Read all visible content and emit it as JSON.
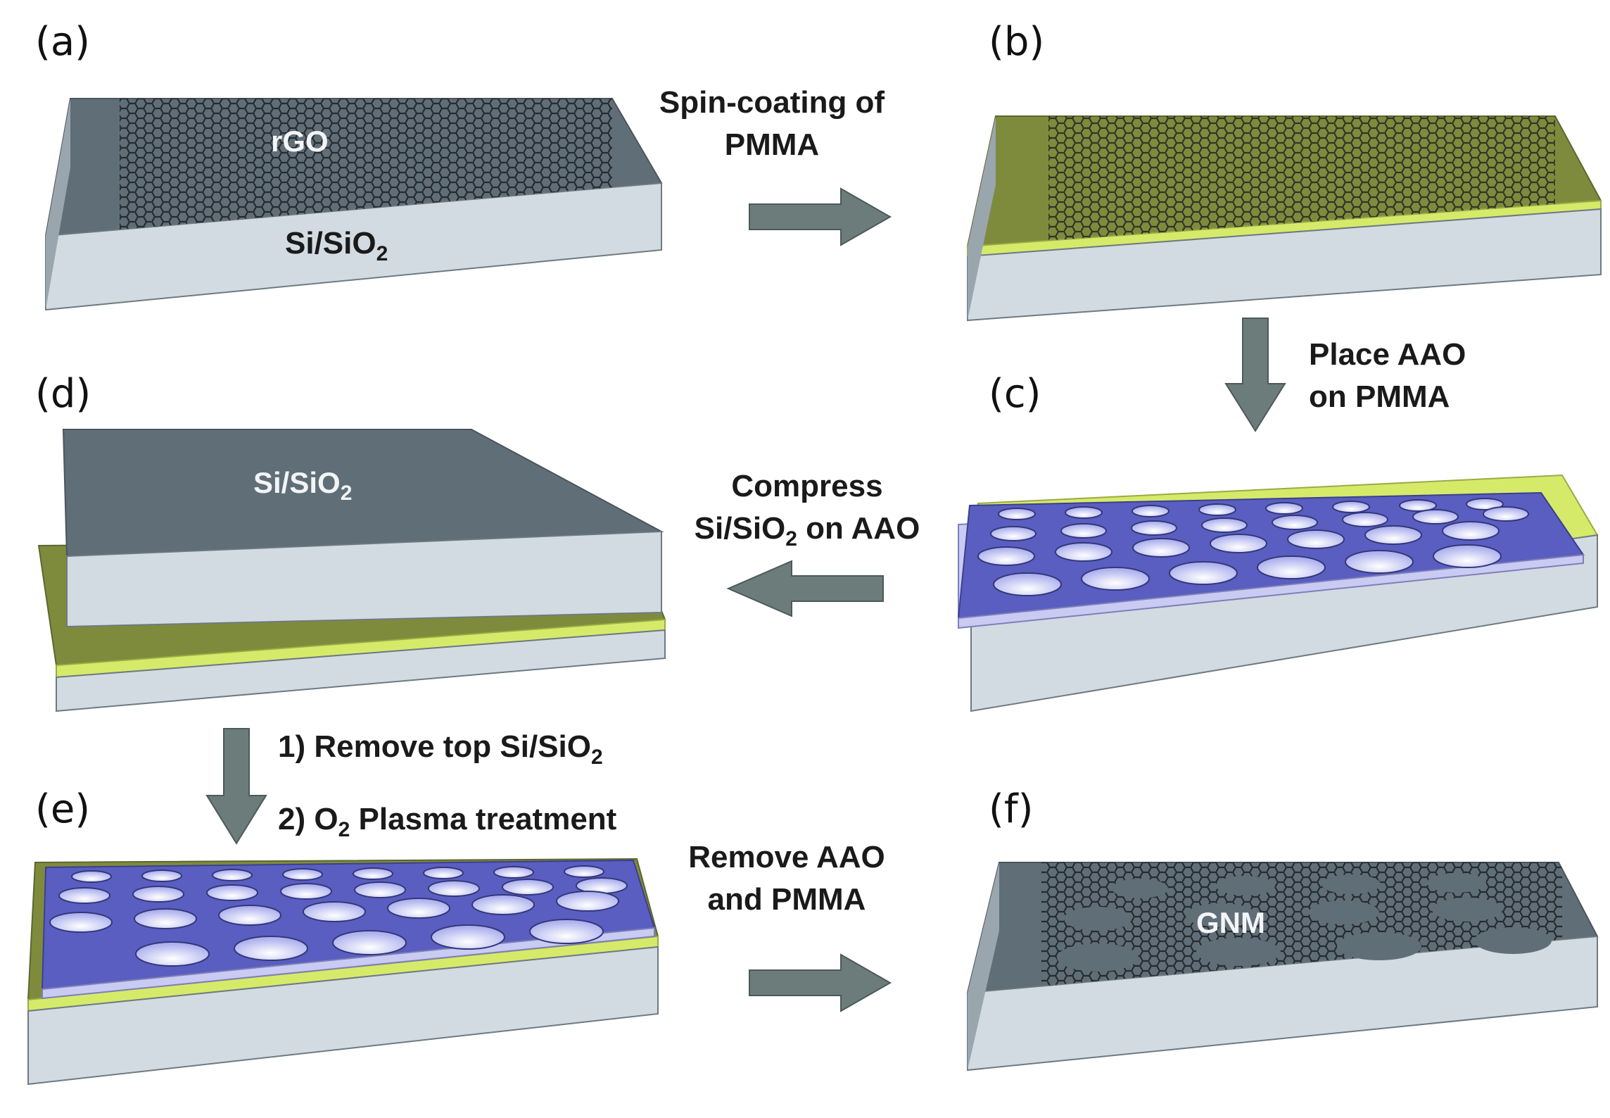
{
  "panels": {
    "a": {
      "label": "(a)",
      "top_text": "rGO",
      "side_text": "Si/SiO",
      "side_sub": "2"
    },
    "b": {
      "label": "(b)"
    },
    "c": {
      "label": "(c)"
    },
    "d": {
      "label": "(d)",
      "top_text": "Si/SiO",
      "top_sub": "2"
    },
    "e": {
      "label": "(e)"
    },
    "f": {
      "label": "(f)",
      "top_text": "GNM"
    }
  },
  "steps": {
    "a_to_b": {
      "line1": "Spin-coating of",
      "line2": "PMMA"
    },
    "b_to_c": {
      "line1": "Place AAO",
      "line2": "on PMMA"
    },
    "c_to_d": {
      "line1": "Compress",
      "line2_pre": "Si/SiO",
      "line2_sub": "2",
      "line2_post": " on AAO"
    },
    "d_to_e": {
      "line1_pre": "1) Remove top Si/SiO",
      "line1_sub": "2",
      "line2_pre": "2) O",
      "line2_sub": "2",
      "line2_post": " Plasma treatment"
    },
    "e_to_f": {
      "line1": "Remove AAO",
      "line2": "and PMMA"
    }
  },
  "colors": {
    "substrate_top": "#606e78",
    "substrate_side": "#d3dbe2",
    "pmma": "#7f8b3c",
    "pmma_edge": "#d6ea6a",
    "aao": "#5a5ec0",
    "aao_side": "#c9cbf2",
    "pore": "#d8daf7",
    "arrow": "#6b7c7a",
    "lattice": "#1c1f22"
  }
}
